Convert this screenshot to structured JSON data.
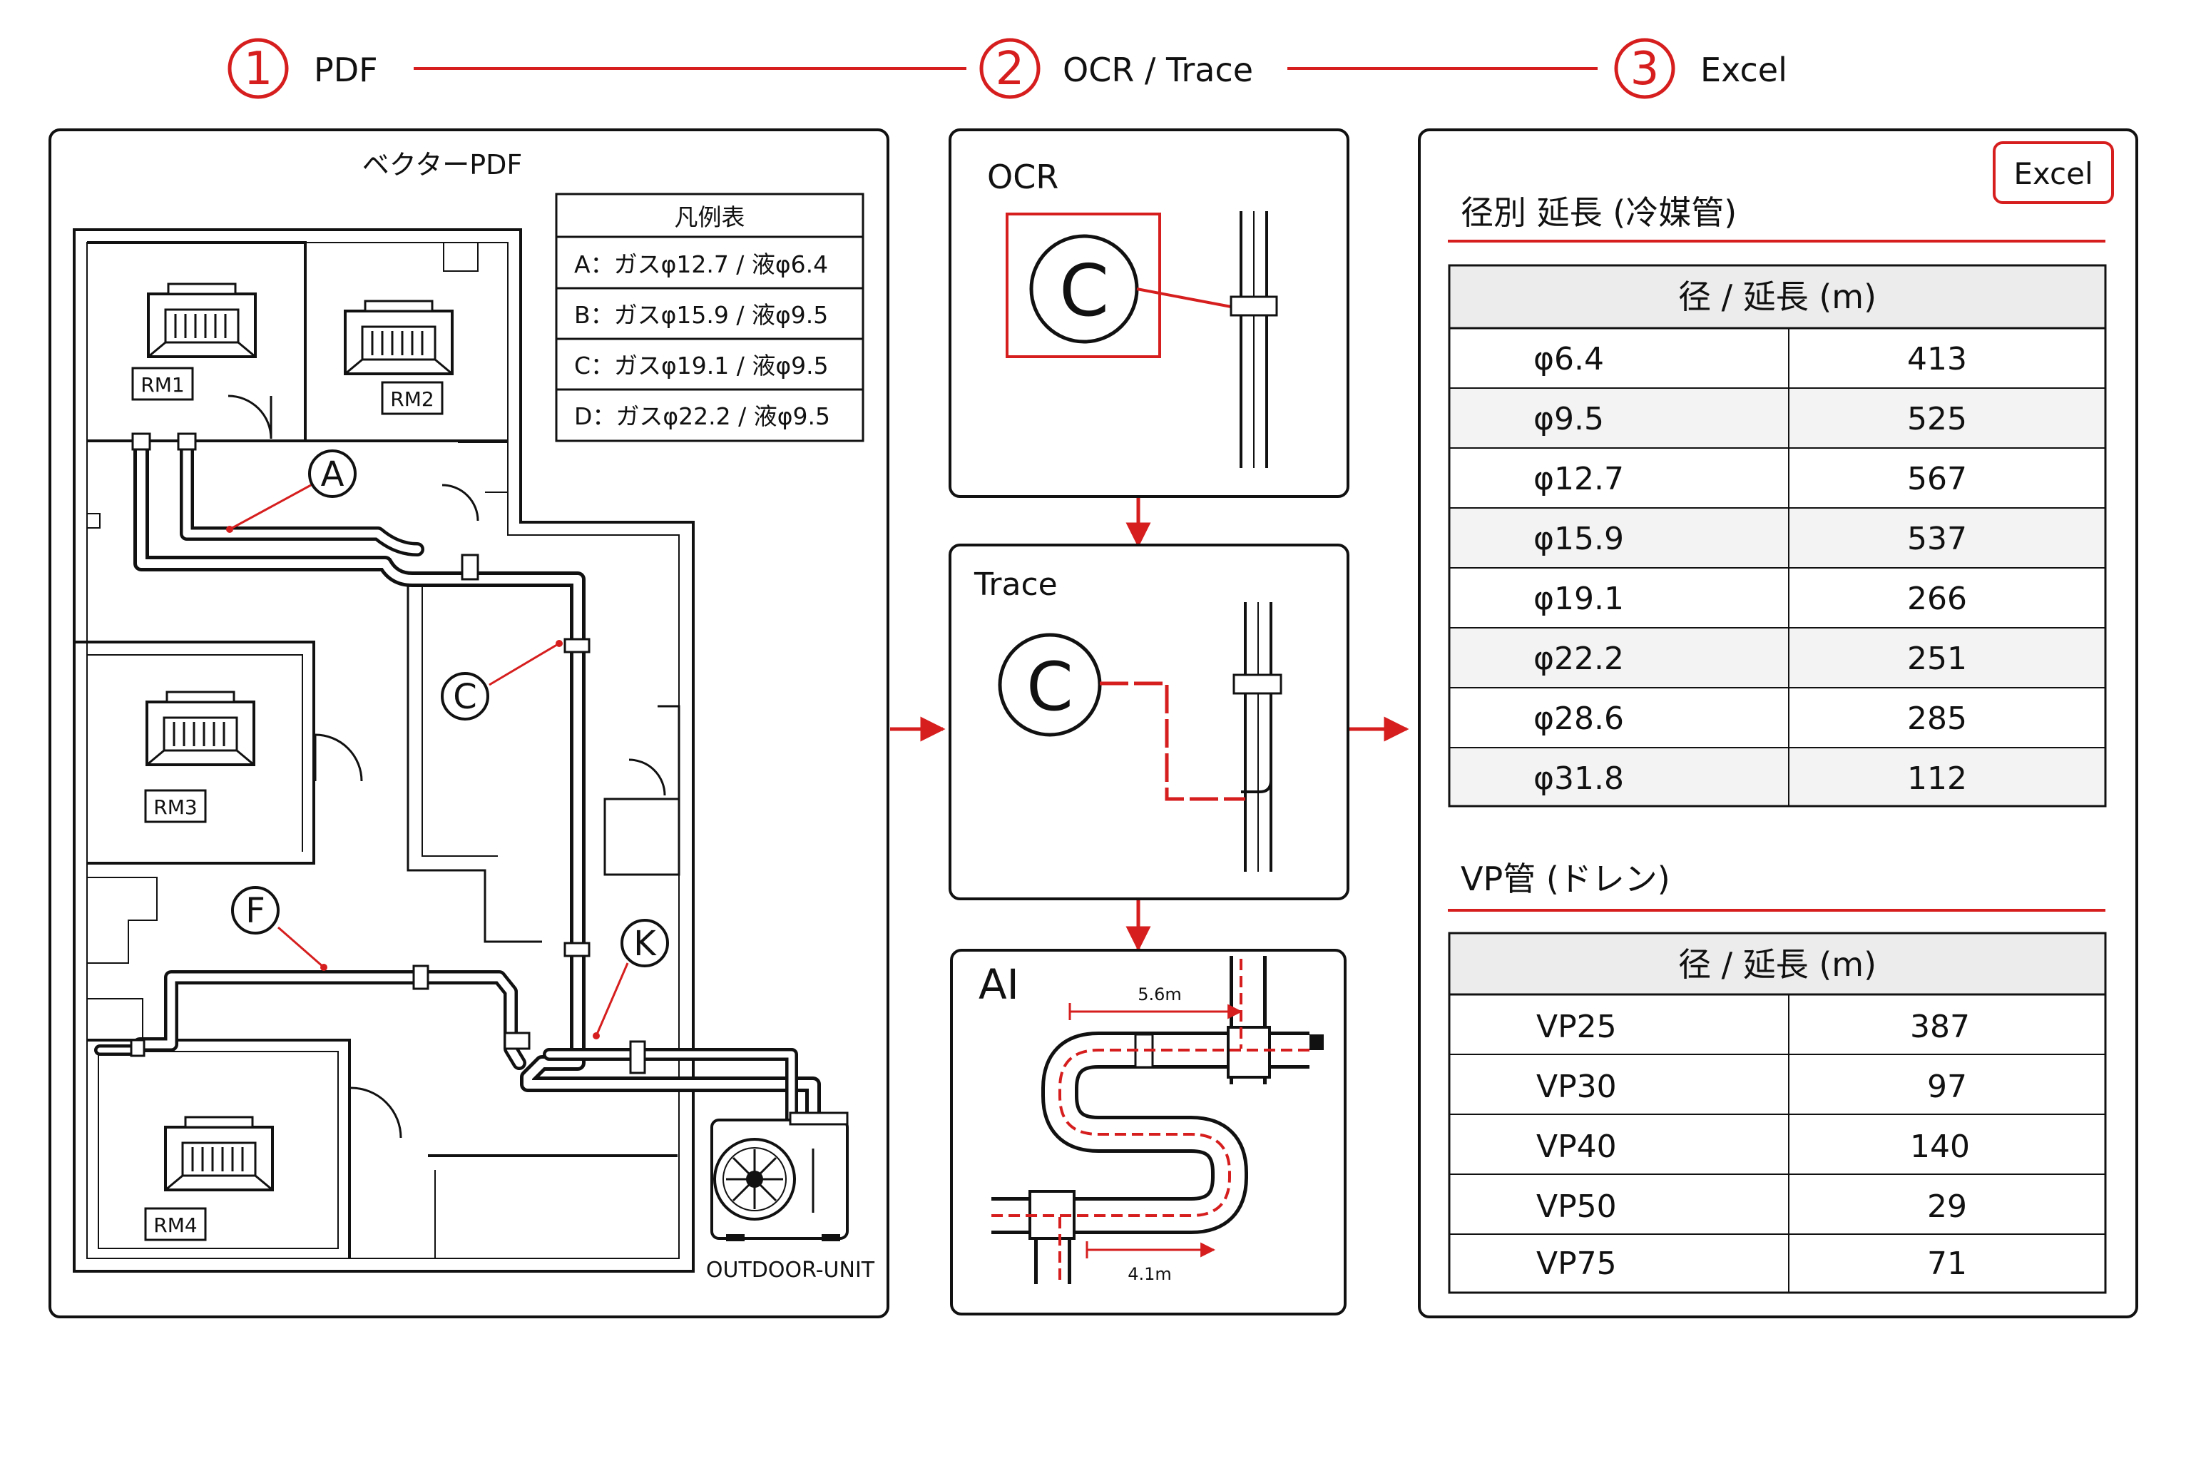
{
  "steps": [
    {
      "num": "1",
      "label": "PDF"
    },
    {
      "num": "2",
      "label": "OCR / Trace"
    },
    {
      "num": "3",
      "label": "Excel"
    }
  ],
  "pdf_panel": {
    "title": "ベクターPDF",
    "legend": {
      "title": "凡例表",
      "rows": [
        "A：ガスφ12.7 / 液φ6.4",
        "B：ガスφ15.9 / 液φ9.5",
        "C：ガスφ19.1 / 液φ9.5",
        "D：ガスφ22.2 / 液φ9.5"
      ]
    },
    "rooms": [
      "RM1",
      "RM2",
      "RM3",
      "RM4"
    ],
    "callouts": [
      "A",
      "C",
      "F",
      "K"
    ],
    "outdoor_label": "OUTDOOR-UNIT"
  },
  "ocr_panel": {
    "title": "OCR",
    "callout": "C"
  },
  "trace_panel": {
    "title": "Trace",
    "callout": "C"
  },
  "ai_panel": {
    "title": "AI",
    "dim_top": "5.6m",
    "dim_bottom": "4.1m"
  },
  "excel_panel": {
    "button": "Excel",
    "table1": {
      "title": "径別 延長 (冷媒管)",
      "header": "径 / 延長 (m)",
      "rows": [
        {
          "d": "φ6.4",
          "v": "413"
        },
        {
          "d": "φ9.5",
          "v": "525"
        },
        {
          "d": "φ12.7",
          "v": "567"
        },
        {
          "d": "φ15.9",
          "v": "537"
        },
        {
          "d": "φ19.1",
          "v": "266"
        },
        {
          "d": "φ22.2",
          "v": "251"
        },
        {
          "d": "φ28.6",
          "v": "285"
        },
        {
          "d": "φ31.8",
          "v": "112"
        }
      ]
    },
    "table2": {
      "title": "VP管 (ドレン)",
      "header": "径 / 延長 (m)",
      "rows": [
        {
          "d": "VP25",
          "v": "387"
        },
        {
          "d": "VP30",
          "v": "97"
        },
        {
          "d": "VP40",
          "v": "140"
        },
        {
          "d": "VP50",
          "v": "29"
        },
        {
          "d": "VP75",
          "v": "71"
        }
      ]
    }
  },
  "colors": {
    "accent": "#d61e1e",
    "line": "#111111",
    "header_bg": "#ececec"
  }
}
